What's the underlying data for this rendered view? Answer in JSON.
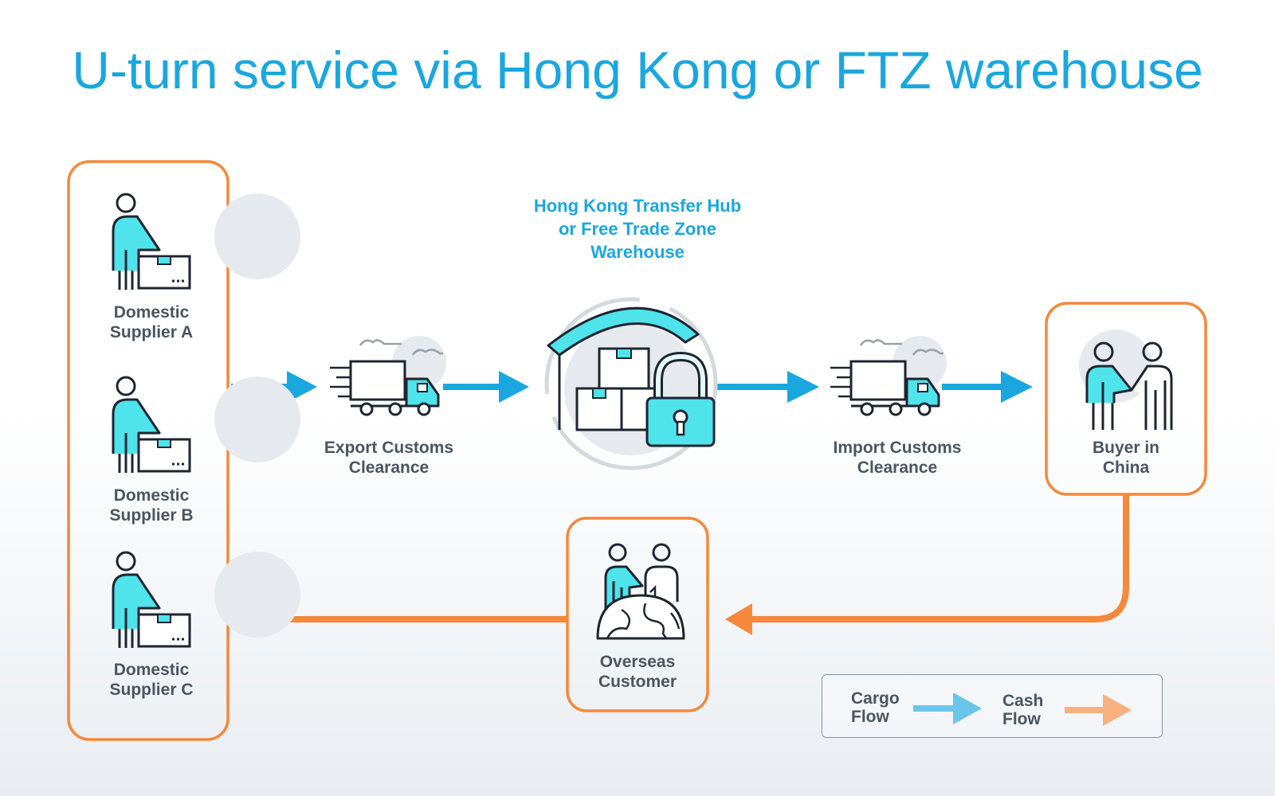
{
  "title": "U-turn service via Hong Kong or FTZ warehouse",
  "colors": {
    "cargo": "#1aa7df",
    "cash": "#f5883a",
    "icon_fill": "#4fe3ec",
    "icon_stroke": "#1d2530",
    "halo": "#e6e9ed",
    "text": "#4a5561"
  },
  "suppliers": [
    {
      "line1": "Domestic",
      "line2": "Supplier A"
    },
    {
      "line1": "Domestic",
      "line2": "Supplier B"
    },
    {
      "line1": "Domestic",
      "line2": "Supplier C"
    }
  ],
  "export_clearance": {
    "line1": "Export Customs",
    "line2": "Clearance"
  },
  "hub": {
    "line1": "Hong Kong Transfer Hub",
    "line2": "or Free Trade Zone",
    "line3": "Warehouse"
  },
  "import_clearance": {
    "line1": "Import Customs",
    "line2": "Clearance"
  },
  "buyer": {
    "line1": "Buyer in",
    "line2": "China"
  },
  "overseas": {
    "line1": "Overseas",
    "line2": "Customer"
  },
  "legend": {
    "cargo": {
      "line1": "Cargo",
      "line2": "Flow"
    },
    "cash": {
      "line1": "Cash",
      "line2": "Flow"
    }
  },
  "icons": {
    "supplier": "worker-with-box-icon",
    "truck": "delivery-truck-icon",
    "warehouse": "warehouse-lock-icon",
    "buyer": "handshake-icon",
    "overseas": "global-customer-icon"
  }
}
